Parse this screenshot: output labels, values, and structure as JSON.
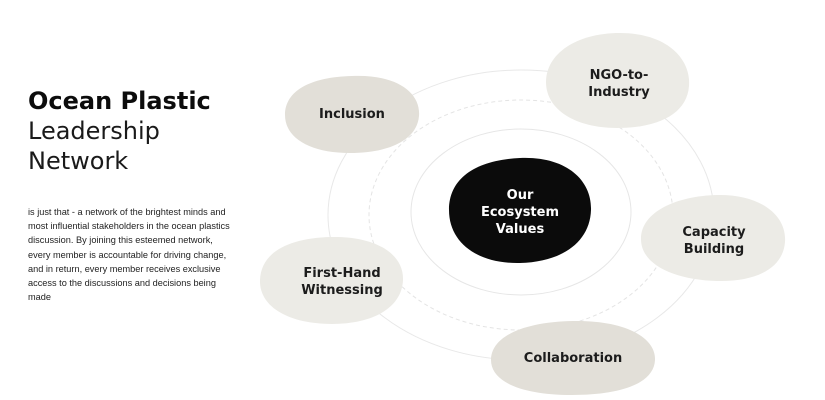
{
  "heading": {
    "line1": "Ocean Plastic",
    "line2": "Leadership",
    "line3": "Network"
  },
  "description": "is just that - a network of the brightest minds and most influential stakeholders in the ocean plastics discussion. By joining this esteemed network, every member is accountable for driving change, and in return, every member receives exclusive access to the discussions and decisions being made",
  "diagram": {
    "center": {
      "line1": "Our",
      "line2": "Ecosystem",
      "line3": "Values"
    },
    "nodes": {
      "inclusion": [
        "Inclusion"
      ],
      "ngo": [
        "NGO-to-",
        "Industry"
      ],
      "capacity": [
        "Capacity",
        "Building"
      ],
      "collaboration": [
        "Collaboration"
      ],
      "firsthand": [
        "First-Hand",
        "Witnessing"
      ]
    }
  },
  "colors": {
    "center_fill": "#0b0b0b",
    "blob_dark": "#e2dfd8",
    "blob_light": "#ecebe6",
    "ring_stroke": "#e6e6e6"
  }
}
